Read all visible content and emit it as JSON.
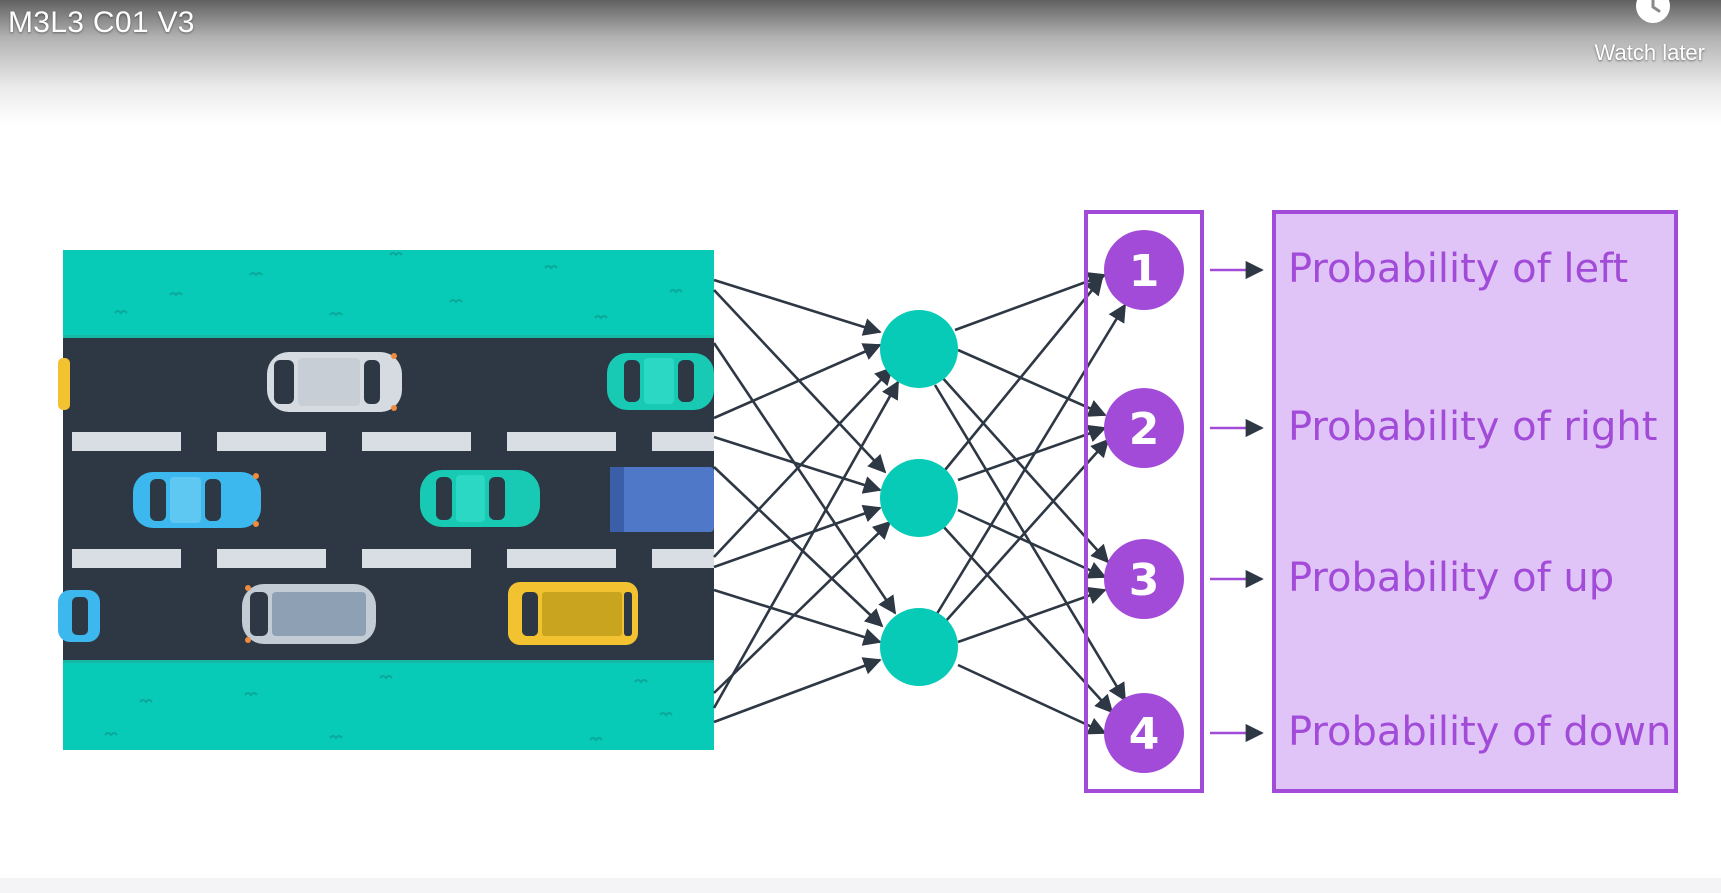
{
  "player": {
    "title": "M3L3 C01 V3",
    "watch_later": "Watch later",
    "icons": {
      "watch_later": "clock-icon"
    }
  },
  "diagram": {
    "outputs": [
      {
        "number": "1",
        "label": "Probability of left"
      },
      {
        "number": "2",
        "label": "Probability of right"
      },
      {
        "number": "3",
        "label": "Probability of up"
      },
      {
        "number": "4",
        "label": "Probability of down"
      }
    ],
    "colors": {
      "grass": "#07cbb6",
      "road": "#2e3744",
      "lane_marking": "#d9dee4",
      "hidden_node": "#07cbb6",
      "output_node": "#a24bd8",
      "output_panel_fill": "#e0c4f7",
      "output_panel_border": "#a24bd8",
      "edge": "#2e3744"
    }
  }
}
